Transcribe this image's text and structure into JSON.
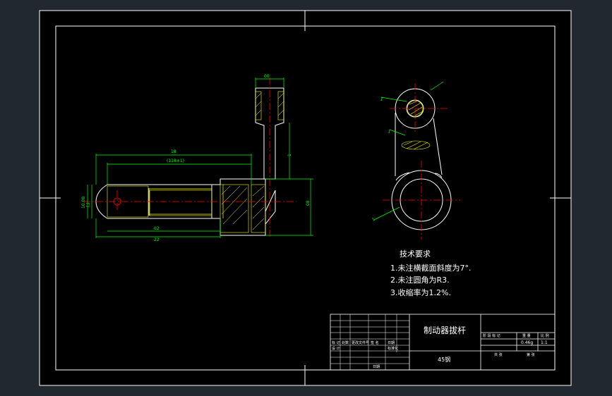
{
  "drawing": {
    "colors": {
      "background": "#212830",
      "sheet": "#000000",
      "outline": "#ffffff",
      "dimension": "#00ff00",
      "centerline": "#ff0000",
      "hidden": "#ffff00",
      "hatch": "#ffff00"
    },
    "dims": {
      "left_top_1": "18",
      "left_top_2": "(118±1)",
      "left_bottom_1": "02",
      "left_bottom_2": "22",
      "left_diam_1": "10.08",
      "left_diam_2": "(.)",
      "right_v_1": "1",
      "right_v_2": "08",
      "pin_top": "00",
      "side_1": "1",
      "side_2": "1",
      "side_3": "1"
    },
    "tech_req": {
      "title": "技术要求",
      "line1": "1.未注横截面斜度为7°.",
      "line2": "2.未注圆角为R3.",
      "line3": "3.收缩率为1.2%."
    },
    "title_block": {
      "part_name": "制动器拔杆",
      "material": "45钢",
      "mass": "0.46g",
      "scale": "1:1",
      "header_labels": [
        "阶 段 标 记",
        "重 量",
        "比 例"
      ],
      "footer_labels": [
        "共 张",
        "第 张"
      ],
      "small_row": [
        "标 记",
        "处数",
        "更改文件号",
        "签 名",
        "日期"
      ],
      "small_row2": [
        "设 计",
        "",
        "",
        "标准化"
      ],
      "small_row3": [
        "",
        "日期"
      ]
    }
  }
}
